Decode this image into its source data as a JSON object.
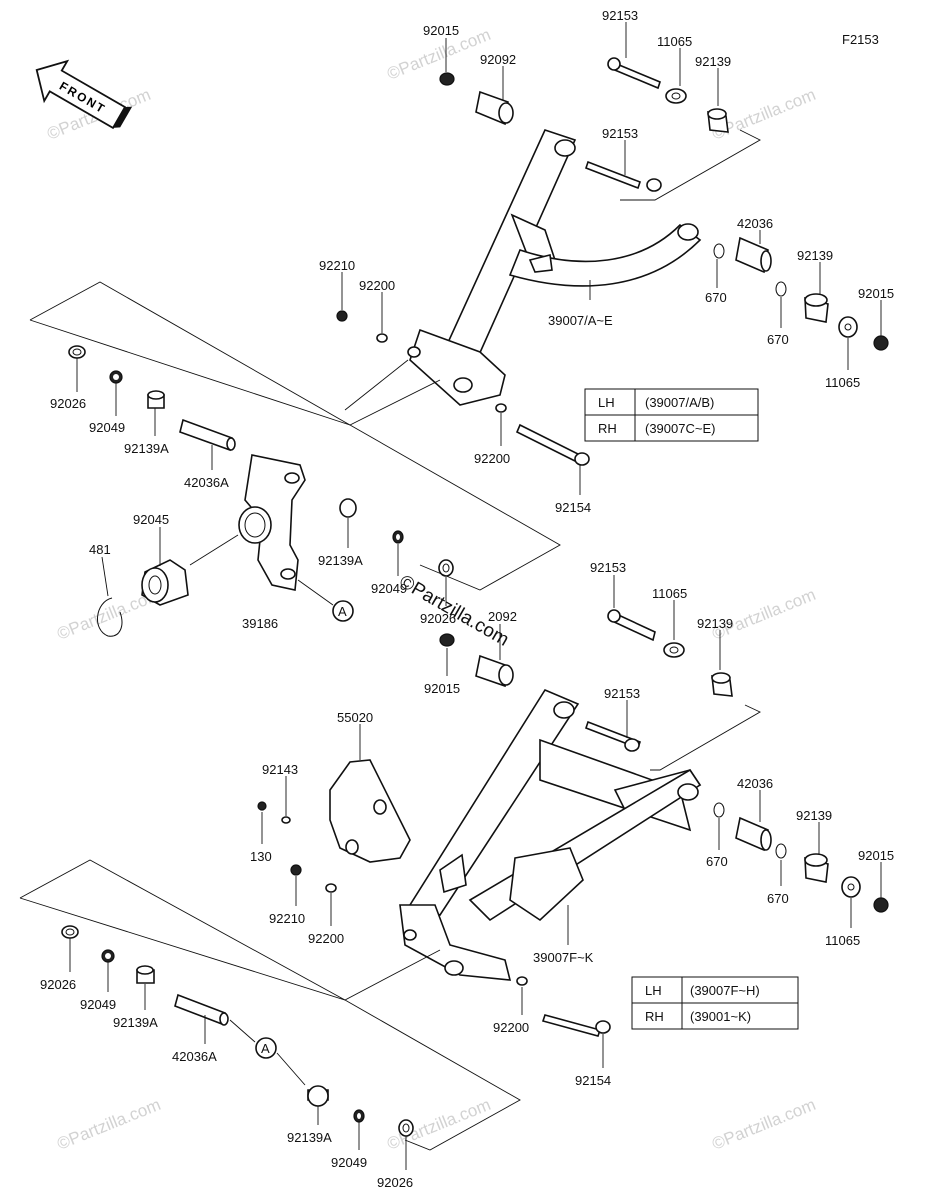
{
  "diagram_code": "F2153",
  "front_label": "FRONT",
  "watermark_text": "©Partzilla.com",
  "center_watermark": "©Partzilla.com",
  "legend_top": {
    "rows": [
      {
        "side": "LH",
        "value": "(39007/A/B)"
      },
      {
        "side": "RH",
        "value": "(39007C~E)"
      }
    ]
  },
  "legend_bottom": {
    "rows": [
      {
        "side": "LH",
        "value": "(39007F~H)"
      },
      {
        "side": "RH",
        "value": "(39001~K)"
      }
    ]
  },
  "labels": {
    "p92015_a": "92015",
    "p92153_a": "92153",
    "p11065_a": "11065",
    "p92092_a": "92092",
    "p92139_a": "92139",
    "p92153_b": "92153",
    "p42036_a": "42036",
    "p92139_b": "92139",
    "p92015_b": "92015",
    "p92210_a": "92210",
    "p92200_a": "92200",
    "p39007_a": "39007/A~E",
    "p670_a": "670",
    "p670_b": "670",
    "p11065_b": "11065",
    "p92026_a": "92026",
    "p92049_a": "92049",
    "p92139A_a": "92139A",
    "p42036A_a": "42036A",
    "p92200_b": "92200",
    "p92154_a": "92154",
    "p92045": "92045",
    "p481": "481",
    "p92139A_b": "92139A",
    "p92049_b": "92049",
    "p39186": "39186",
    "pA_a": "A",
    "p92026_b": "92026",
    "p92015_c": "92015",
    "p92092_b": "2092",
    "p92153_c": "92153",
    "p11065_c": "11065",
    "p92139_c": "92139",
    "p92153_d": "92153",
    "p55020": "55020",
    "p92143": "92143",
    "p130": "130",
    "p42036_b": "42036",
    "p92139_d": "92139",
    "p670_c": "670",
    "p670_d": "670",
    "p92015_d": "92015",
    "p11065_d": "11065",
    "p92210_b": "92210",
    "p92200_c": "92200",
    "p39007_b": "39007F~K",
    "p92026_c": "92026",
    "p92049_c": "92049",
    "p92139A_c": "92139A",
    "p42036A_b": "42036A",
    "pA_b": "A",
    "p92200_d": "92200",
    "p92154_b": "92154",
    "p92139A_d": "92139A",
    "p92049_d": "92049",
    "p92026_d": "92026"
  }
}
